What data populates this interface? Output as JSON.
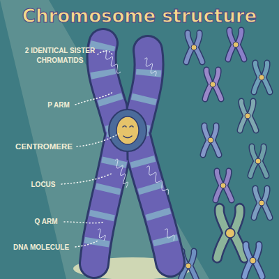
{
  "diagram": {
    "title": "Chromosome structure",
    "labels": [
      "2 IDENTICAL SISTER CHROMATIDS",
      "P ARM",
      "CENTROMERE",
      "LOCUS",
      "Q ARM",
      "DNA MOLECULE"
    ]
  }
}
